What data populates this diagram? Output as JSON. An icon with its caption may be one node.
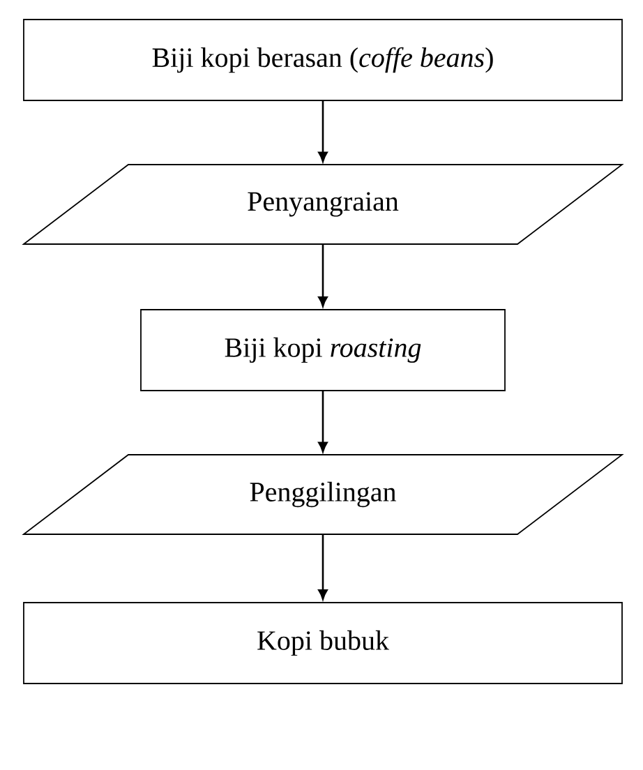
{
  "diagram": {
    "nodes": [
      {
        "text": [
          "Biji kopi berasan (*coffe beans*)"
        ]
      },
      {
        "text": [
          "Penyangraian"
        ]
      },
      {
        "text": [
          "Biji kopi *roasting*"
        ]
      },
      {
        "text": [
          "Penggilingan"
        ]
      },
      {
        "text": [
          "Kopi bubuk"
        ]
      }
    ],
    "edges": [
      {
        "from": 0,
        "to": 1,
        "arrow": "to"
      },
      {
        "from": 1,
        "to": 2,
        "arrow": "to"
      },
      {
        "from": 2,
        "to": 3,
        "arrow": "to"
      },
      {
        "from": 3,
        "to": 4,
        "arrow": "to"
      }
    ]
  }
}
